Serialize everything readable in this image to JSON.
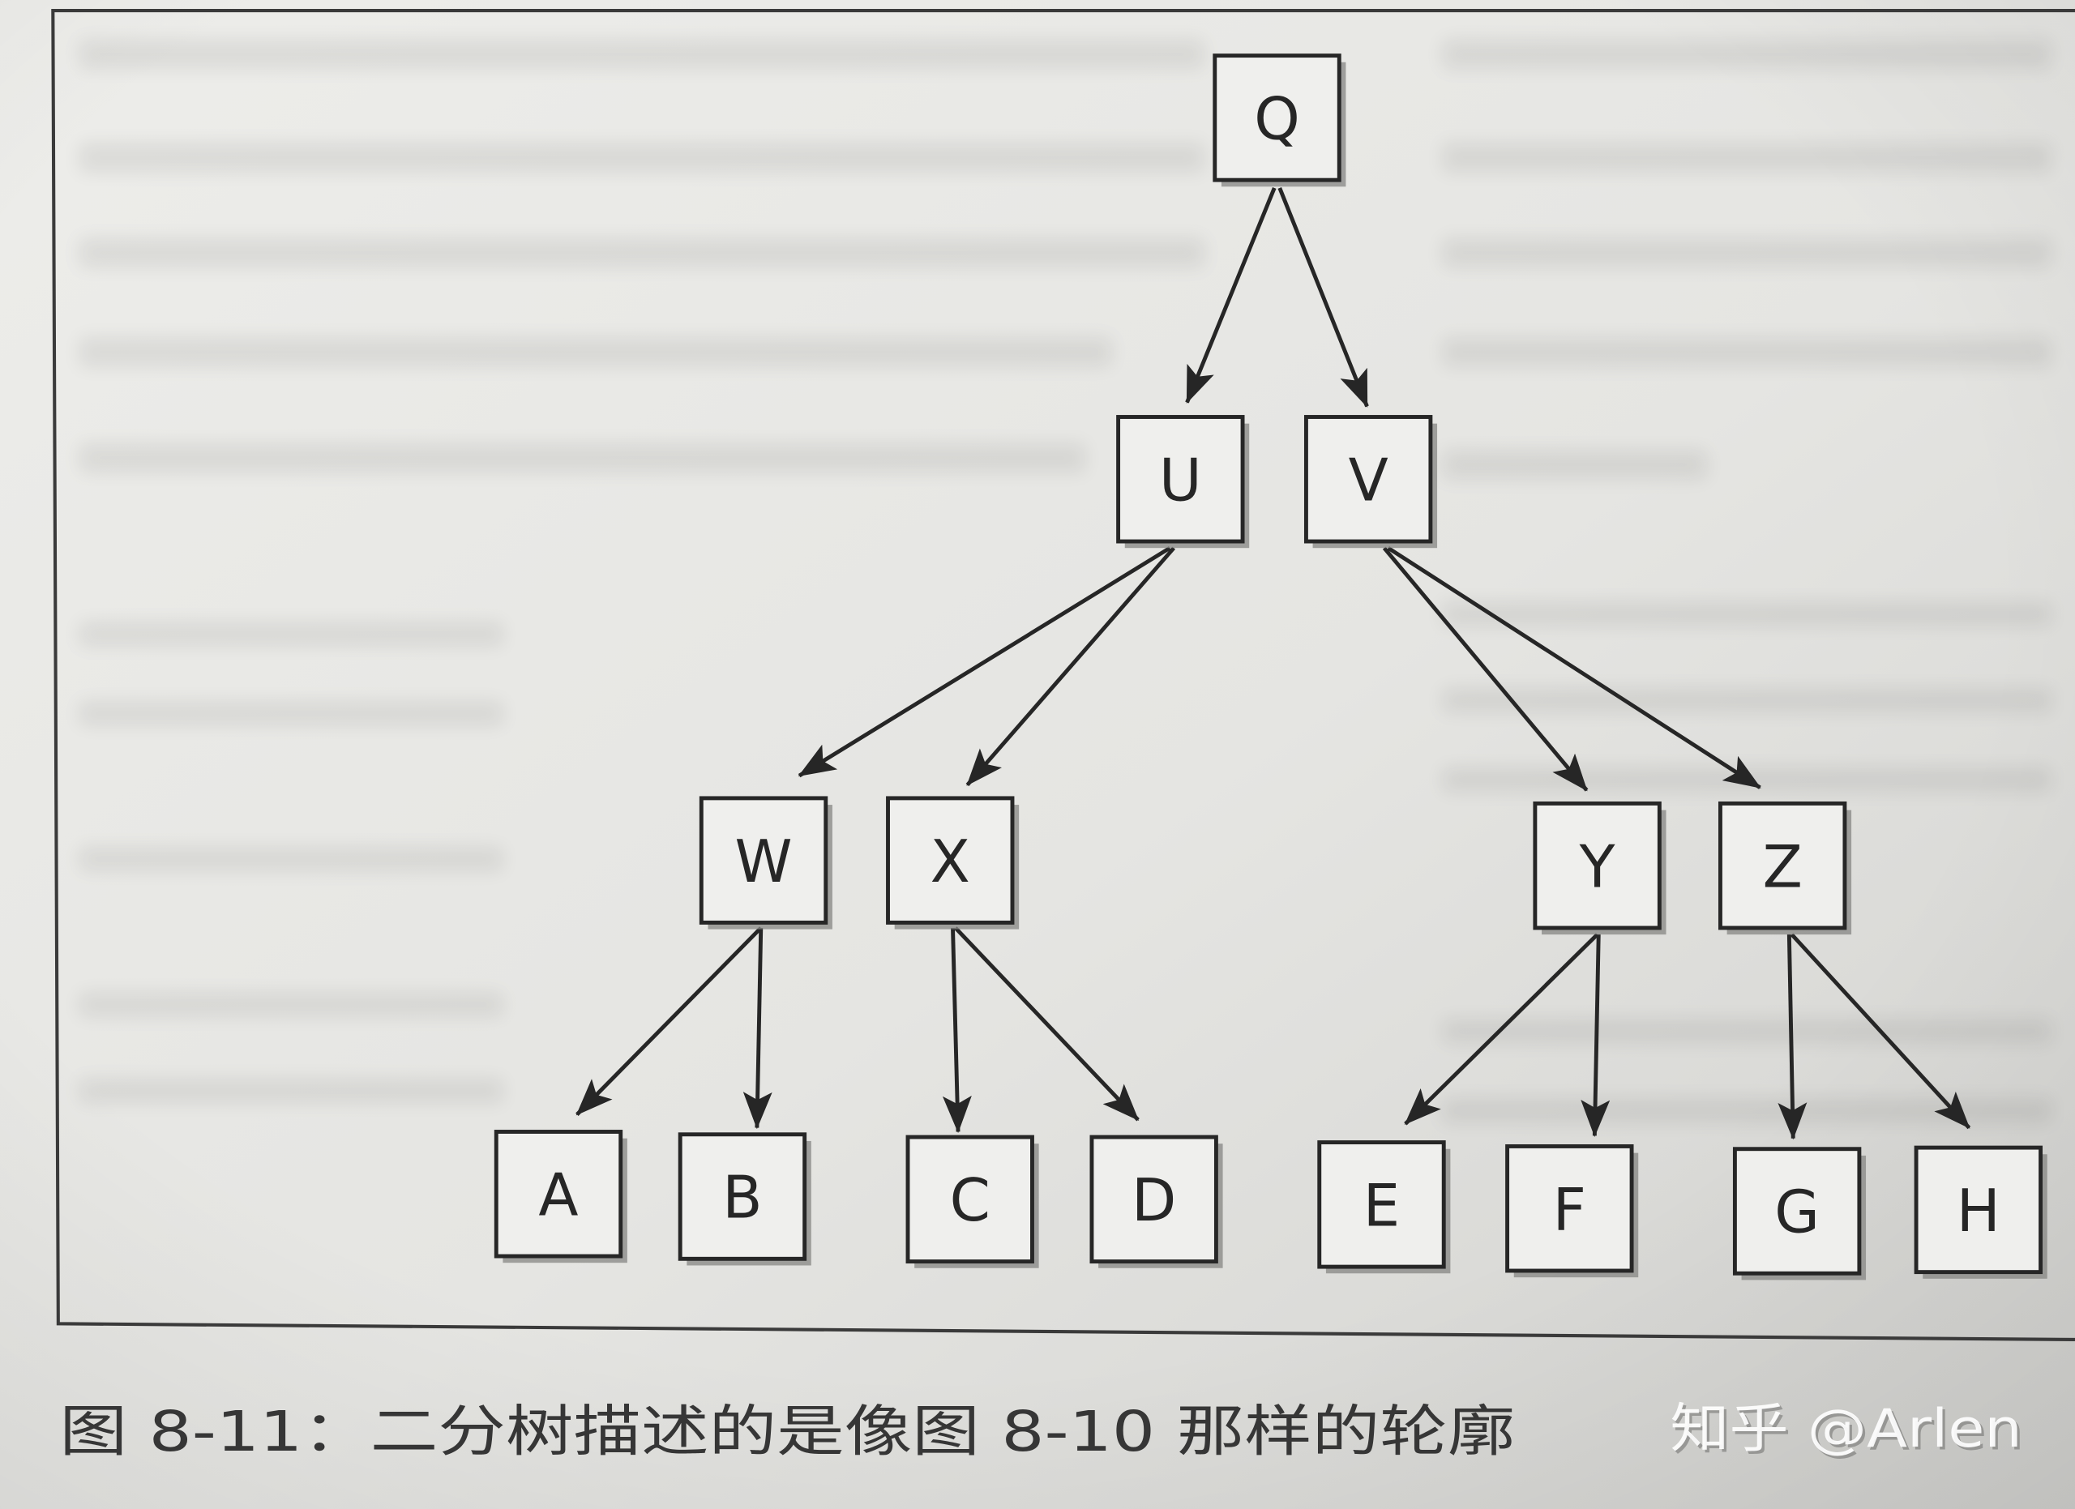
{
  "figure": {
    "caption": "图 8-11：二分树描述的是像图 8-10 那样的轮廓",
    "watermark": "知乎 @Arlen"
  },
  "tree": {
    "nodes": [
      {
        "label": "Q",
        "children": [
          "U",
          "V"
        ]
      },
      {
        "label": "U",
        "children": [
          "W",
          "X"
        ]
      },
      {
        "label": "V",
        "children": [
          "Y",
          "Z"
        ]
      },
      {
        "label": "W",
        "children": [
          "A",
          "B"
        ]
      },
      {
        "label": "X",
        "children": [
          "C",
          "D"
        ]
      },
      {
        "label": "Y",
        "children": [
          "E",
          "F"
        ]
      },
      {
        "label": "Z",
        "children": [
          "G",
          "H"
        ]
      },
      {
        "label": "A",
        "children": []
      },
      {
        "label": "B",
        "children": []
      },
      {
        "label": "C",
        "children": []
      },
      {
        "label": "D",
        "children": []
      },
      {
        "label": "E",
        "children": []
      },
      {
        "label": "F",
        "children": []
      },
      {
        "label": "G",
        "children": []
      },
      {
        "label": "H",
        "children": []
      }
    ]
  },
  "colors": {
    "ink": "#262626",
    "box_fill": "#efefed",
    "box_shadow": "#858583",
    "caption": "#363636",
    "watermark": "#ffffff",
    "watermark_shadow": "#6e6e6c"
  }
}
